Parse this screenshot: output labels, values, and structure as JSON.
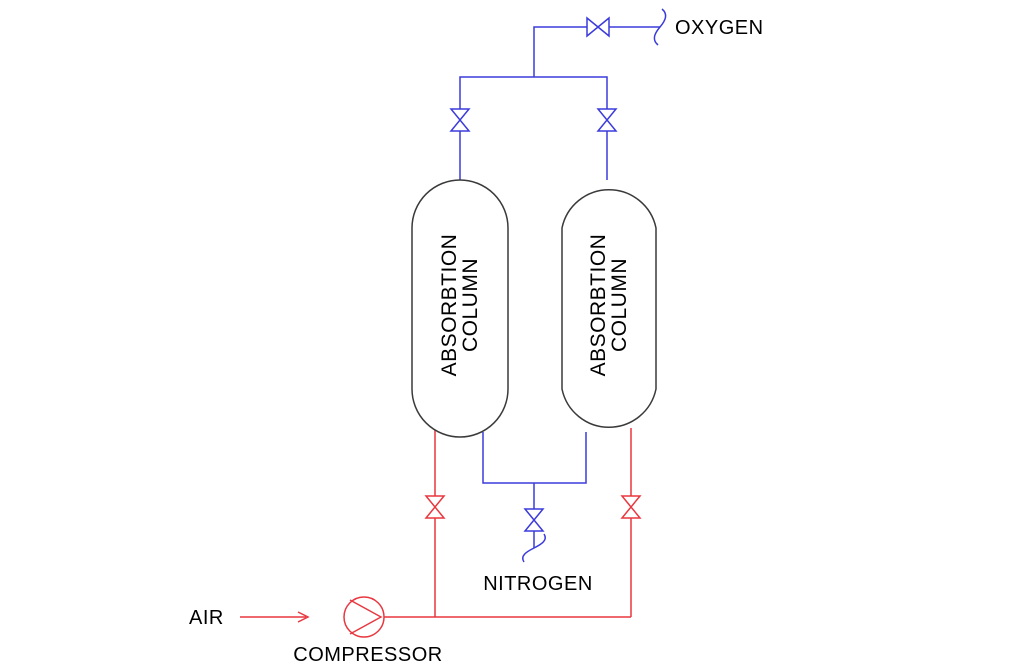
{
  "labels": {
    "oxygen": "OXYGEN",
    "nitrogen": "NITROGEN",
    "air": "AIR",
    "compressor": "COMPRESSOR",
    "column_left": [
      "ABSORBTION",
      "COLUMN"
    ],
    "column_right": [
      "ABSORBTION",
      "COLUMN"
    ]
  },
  "colors": {
    "oxygen_line": "#3b3bdc",
    "air_line": "#e8373f",
    "outline": "#3a3a3a"
  }
}
